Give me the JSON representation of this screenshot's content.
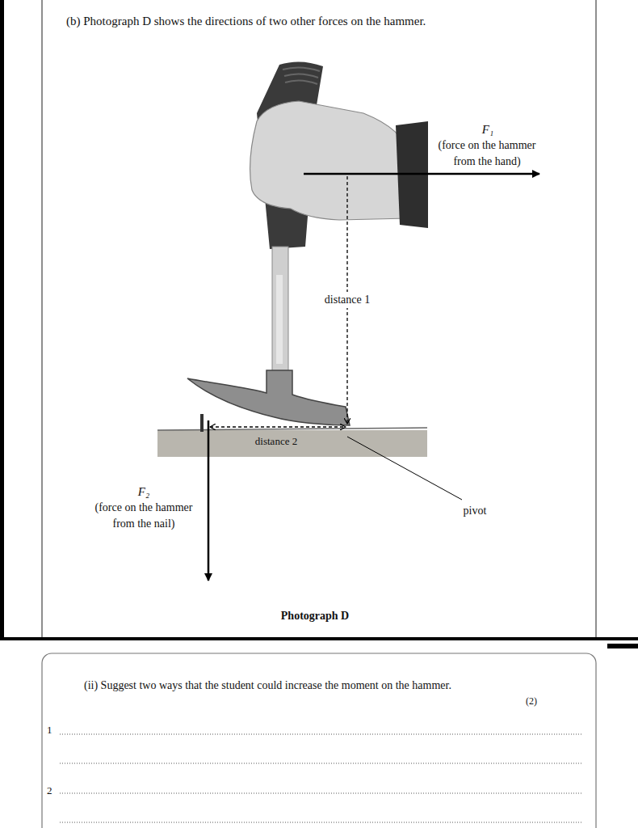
{
  "diagram": {
    "labels": [
      "(b) Photograph D shows the directions of two other forces on the hammer.",
      "F₁",
      "(force on the hammer from the hand)",
      "distance 1",
      "distance 2",
      "F₂",
      "(force on the hammer from the nail)",
      "pivot",
      "Photograph D",
      "(ii) Suggest two ways that the student could increase the moment on the hammer.",
      "(2)",
      "1",
      "2"
    ]
  }
}
